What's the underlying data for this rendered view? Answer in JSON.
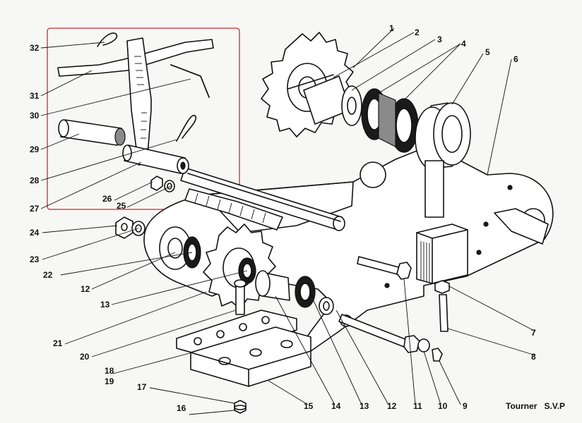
{
  "callouts": [
    "1",
    "2",
    "3",
    "4",
    "5",
    "6",
    "7",
    "8",
    "9",
    "10",
    "11",
    "12",
    "13",
    "14",
    "15",
    "16",
    "17",
    "18",
    "19",
    "20",
    "21",
    "22",
    "23",
    "24",
    "25",
    "26",
    "27",
    "28",
    "29",
    "30",
    "31",
    "32"
  ],
  "callout_13_repeat": "13",
  "callout_12_repeat": "12",
  "footer": {
    "word": "Tourner",
    "abbr": "S.V.P"
  },
  "highlight_color": "#cc2b2b"
}
